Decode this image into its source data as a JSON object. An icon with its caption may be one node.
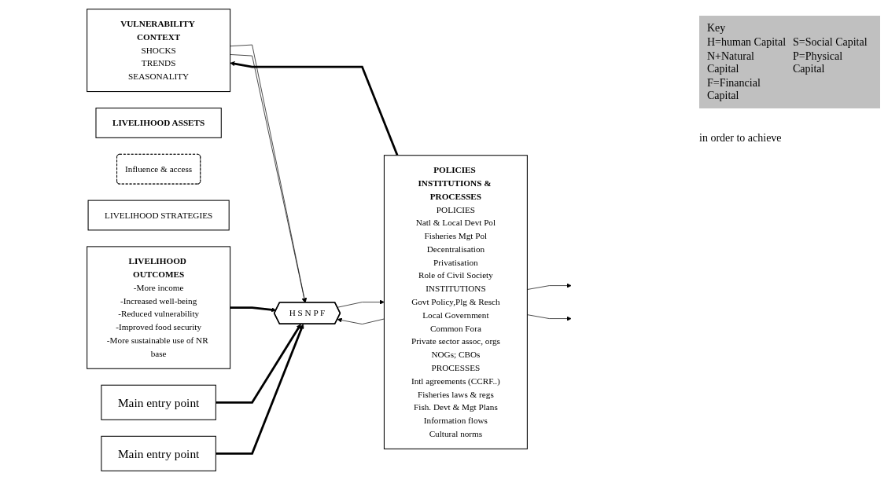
{
  "diagram": {
    "nodes": [
      {
        "text": [
          "VULNERABILITY CONTEXT",
          "SHOCKS",
          "TRENDS",
          "SEASONALITY"
        ]
      },
      {
        "text": [
          "LIVELIHOOD ASSETS"
        ]
      },
      {
        "text": [
          "H",
          "S",
          "N",
          "P",
          "F"
        ]
      },
      {
        "text": [
          "Influence & access"
        ]
      },
      {
        "text": [
          "POLICIES INSTITUTIONS & PROCESSES",
          "POLICIES",
          "Natl & Local Devt Pol",
          "Fisheries Mgt Pol",
          "Decentralisation",
          "Privatisation",
          "Role of Civil Society",
          "INSTITUTIONS",
          "Govt Policy,Plg & Resch",
          "Local Government",
          "Common Fora",
          "Private sector assoc, orgs",
          "NOGs; CBOs",
          "PROCESSES",
          "Intl agreements (CCRF..)",
          "Fisheries laws & regs",
          "Fish. Devt & Mgt Plans",
          "Information flows",
          "Cultural norms"
        ]
      },
      {
        "text": [
          "LIVELIHOOD STRATEGIES"
        ]
      },
      {
        "text": [
          "LIVELIHOOD OUTCOMES",
          "-More income",
          "-Increased well-being",
          "-Reduced vulnerability",
          "-Improved food security",
          "-More sustainable use of NR base"
        ]
      },
      {
        "text": [
          "Main entry point"
        ]
      },
      {
        "text": [
          "Main entry point"
        ]
      }
    ],
    "edges": [
      {
        "from": 0,
        "to": 2,
        "arrow": "to"
      },
      {
        "from": 0,
        "to": 2,
        "arrow": "to"
      },
      {
        "from": 2,
        "to": 4,
        "arrow": "to"
      },
      {
        "from": 4,
        "to": 2,
        "arrow": "to"
      },
      {
        "from": 4,
        "to": null,
        "arrow": "to"
      },
      {
        "from": 4,
        "to": null,
        "arrow": "to"
      },
      {
        "from": 4,
        "to": 0,
        "arrow": "to",
        "style": "thick"
      },
      {
        "from": 6,
        "to": 2,
        "arrow": "to",
        "style": "thick"
      },
      {
        "from": 7,
        "to": 2,
        "arrow": "to",
        "style": "thick"
      },
      {
        "from": 8,
        "to": 2,
        "arrow": "to",
        "style": "thick"
      }
    ],
    "labels": [
      "Key",
      "H=human Capital",
      "S=Social Capital",
      "N+Natural Capital",
      "P=Physical Capital",
      "F=Financial Capital",
      "in order to achieve"
    ]
  }
}
